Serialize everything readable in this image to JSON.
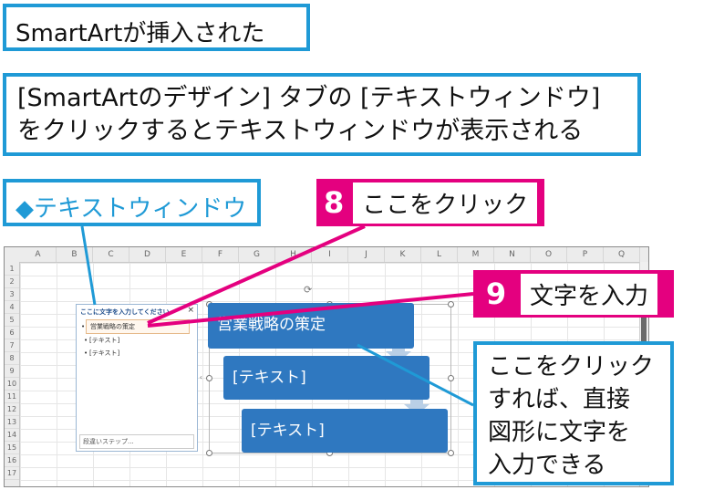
{
  "callouts": {
    "title": "SmartArtが挿入された",
    "description_line1": "[SmartArtのデザイン] タブの [テキストウィンドウ]",
    "description_line2": "をクリックするとテキストウィンドウが表示される",
    "text_window_label": "◆テキストウィンドウ",
    "side_note_lines": [
      "ここをクリック",
      "すれば、直接",
      "図形に文字を",
      "入力できる"
    ]
  },
  "steps": {
    "step8": {
      "number": "8",
      "text": "ここをクリック"
    },
    "step9": {
      "number": "9",
      "text": "文字を入力"
    }
  },
  "sheet": {
    "columns": [
      "A",
      "B",
      "C",
      "D",
      "E",
      "F",
      "G",
      "H",
      "I",
      "J",
      "K",
      "L",
      "M",
      "N",
      "O",
      "P",
      "Q"
    ],
    "rows": [
      "1",
      "2",
      "3",
      "4",
      "5",
      "6",
      "7",
      "8",
      "9",
      "10",
      "11",
      "12",
      "13",
      "14",
      "15",
      "16",
      "17"
    ]
  },
  "text_pane": {
    "title": "ここに文字を入力してください",
    "close": "×",
    "items": [
      "営業戦略の策定",
      "[テキスト]",
      "[テキスト]"
    ],
    "footer": "段違いステップ..."
  },
  "smartart": {
    "shapes": [
      "営業戦略の策定",
      "[テキスト]",
      "[テキスト]"
    ]
  },
  "colors": {
    "callout_border": "#1f9ad6",
    "step_badge": "#e4007f",
    "shape_fill": "#2f78c0"
  }
}
